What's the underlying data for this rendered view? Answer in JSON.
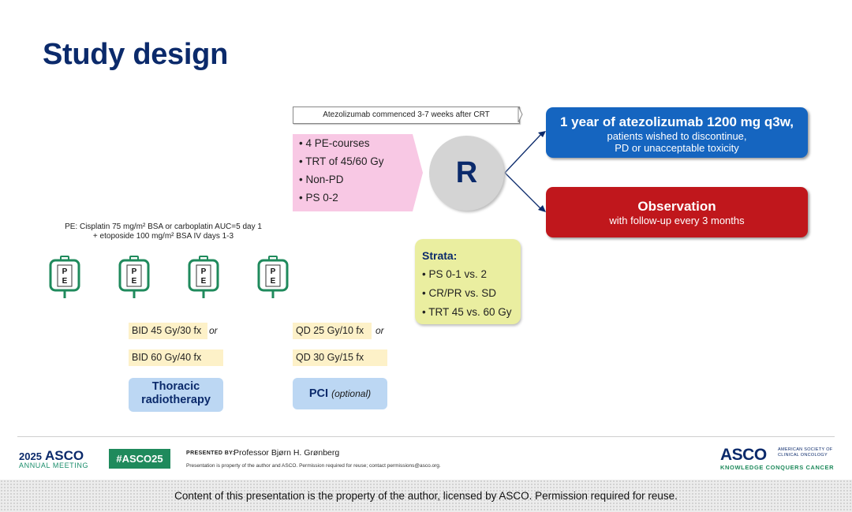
{
  "title": "Study design",
  "banner": "Atezolizumab commenced 3-7 weeks after CRT",
  "criteria": [
    "4 PE-courses",
    "TRT of 45/60 Gy",
    "Non-PD",
    "PS 0-2"
  ],
  "randomization": "R",
  "arm_atezolizumab": {
    "heading": "1 year of atezolizumab 1200 mg q3w,",
    "line1": "patients wished to discontinue,",
    "line2": "PD or unacceptable toxicity"
  },
  "arm_observation": {
    "heading": "Observation",
    "line1": "with follow-up every 3 months"
  },
  "strata": {
    "heading": "Strata:",
    "items": [
      "PS 0-1 vs. 2",
      "CR/PR vs. SD",
      "TRT 45 vs. 60 Gy"
    ]
  },
  "pe_note": {
    "line1": "PE: Cisplatin 75 mg/m² BSA or carboplatin AUC=5 day 1",
    "line2": "+ etoposide 100 mg/m² BSA IV days 1-3"
  },
  "bag_letters": [
    "P",
    "E"
  ],
  "colors": {
    "navy": "#0b2a6b",
    "bag_green": "#1f8a5c",
    "blue_box": "#1565c0",
    "red_box": "#c0171c",
    "pink": "#f8c8e4",
    "strata": "#eaeea0"
  },
  "thoracic": {
    "dose1": "BID 45 Gy/30 fx",
    "or": "or",
    "dose2": "BID 60 Gy/40 fx",
    "label_line1": "Thoracic",
    "label_line2": "radiotherapy"
  },
  "pci": {
    "dose1": "QD 25 Gy/10 fx",
    "or": "or",
    "dose2": "QD 30 Gy/15 fx",
    "label": "PCI",
    "label_note": "(optional)"
  },
  "footer": {
    "year": "2025",
    "meeting_brand": "ASCO",
    "meeting_sub": "ANNUAL MEETING",
    "hashtag": "#ASCO25",
    "presented_by": "PRESENTED BY:",
    "presenter": "Professor Bjørn H. Grønberg",
    "property_note": "Presentation is property of the author and ASCO. Permission required for reuse; contact permissions@asco.org.",
    "asco_logo": "ASCO",
    "asco_side1": "AMERICAN SOCIETY OF",
    "asco_side2": "CLINICAL ONCOLOGY",
    "asco_tagline": "KNOWLEDGE CONQUERS CANCER"
  },
  "copyright": "Content of this presentation is the property of the author, licensed by ASCO. Permission required for reuse."
}
